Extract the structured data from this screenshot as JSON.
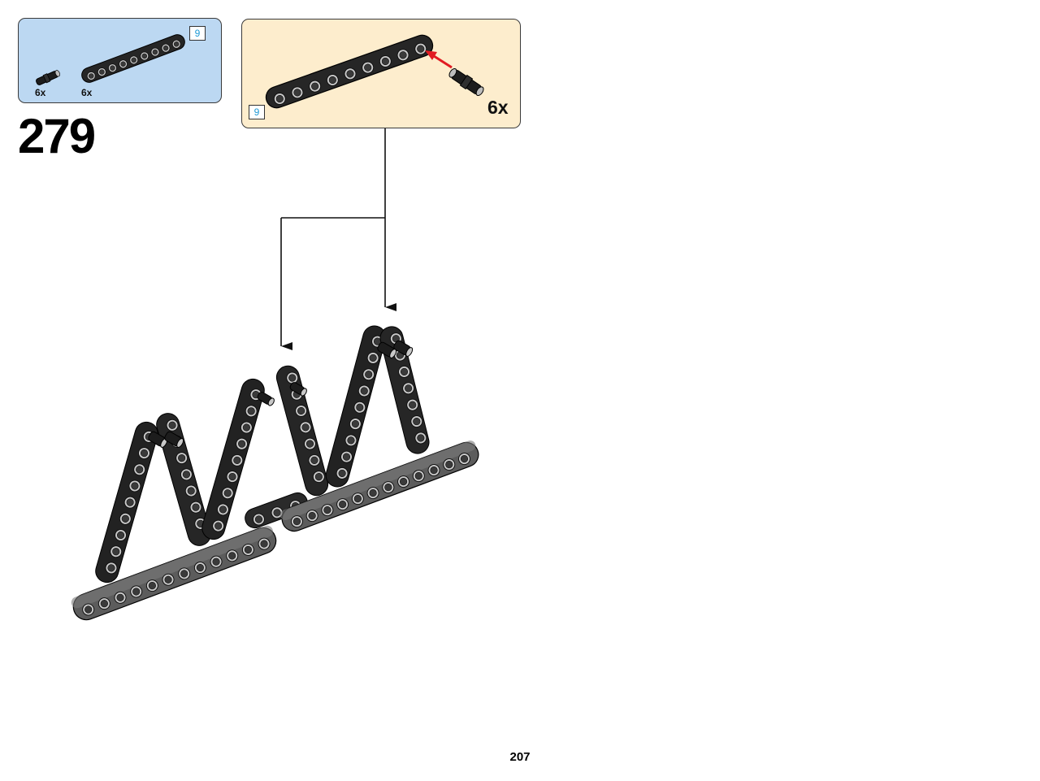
{
  "parts_list": {
    "items": [
      {
        "name": "connector-pin",
        "quantity": "6x"
      },
      {
        "name": "beam",
        "length": "9",
        "quantity": "6x"
      }
    ]
  },
  "step": {
    "number": "279"
  },
  "subassembly": {
    "beam_length": "9",
    "multiplier": "6x"
  },
  "page": {
    "number": "207"
  },
  "colors": {
    "parts_bg": "#bcd8f2",
    "subassembly_bg": "#fdedcd",
    "beam": "#2b2b2b",
    "hole_ring": "#c9c9c9",
    "arrow_red": "#e11b22",
    "badge_text": "#1f9ad6"
  }
}
